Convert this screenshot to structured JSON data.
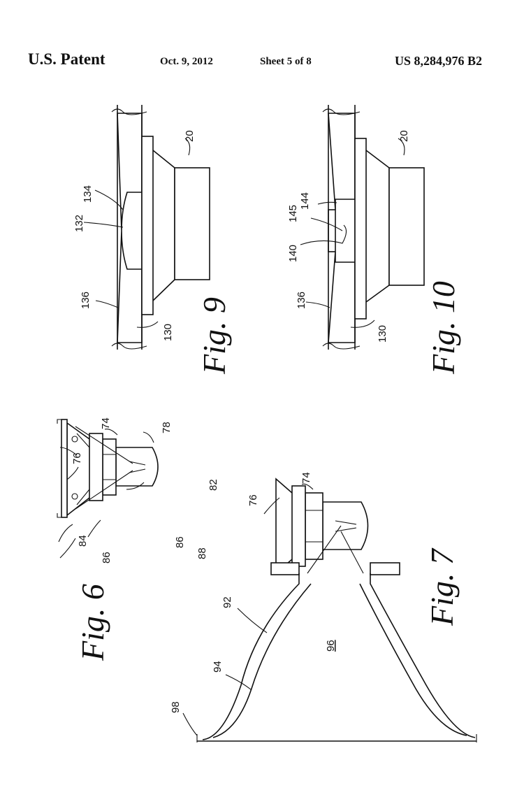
{
  "header": {
    "patent_label": "U.S. Patent",
    "date": "Oct. 9, 2012",
    "sheet": "Sheet 5 of 8",
    "patent_number": "US 8,284,976 B2"
  },
  "figures": {
    "fig9": {
      "caption": "Fig. 9",
      "refs": {
        "r20": "20",
        "r130": "130",
        "r132": "132",
        "r134": "134",
        "r136": "136"
      }
    },
    "fig10": {
      "caption": "Fig. 10",
      "refs": {
        "r20": "20",
        "r130": "130",
        "r136": "136",
        "r140": "140",
        "r144": "144",
        "r145": "145"
      }
    },
    "fig6": {
      "caption": "Fig. 6",
      "refs": {
        "r74": "74",
        "r76": "76",
        "r78": "78",
        "r82": "82",
        "r84": "84",
        "r86a": "86",
        "r86b": "86",
        "r88": "88"
      }
    },
    "fig7": {
      "caption": "Fig. 7",
      "refs": {
        "r74": "74",
        "r76": "76",
        "r92": "92",
        "r94": "94",
        "r96": "96",
        "r98": "98"
      }
    }
  }
}
